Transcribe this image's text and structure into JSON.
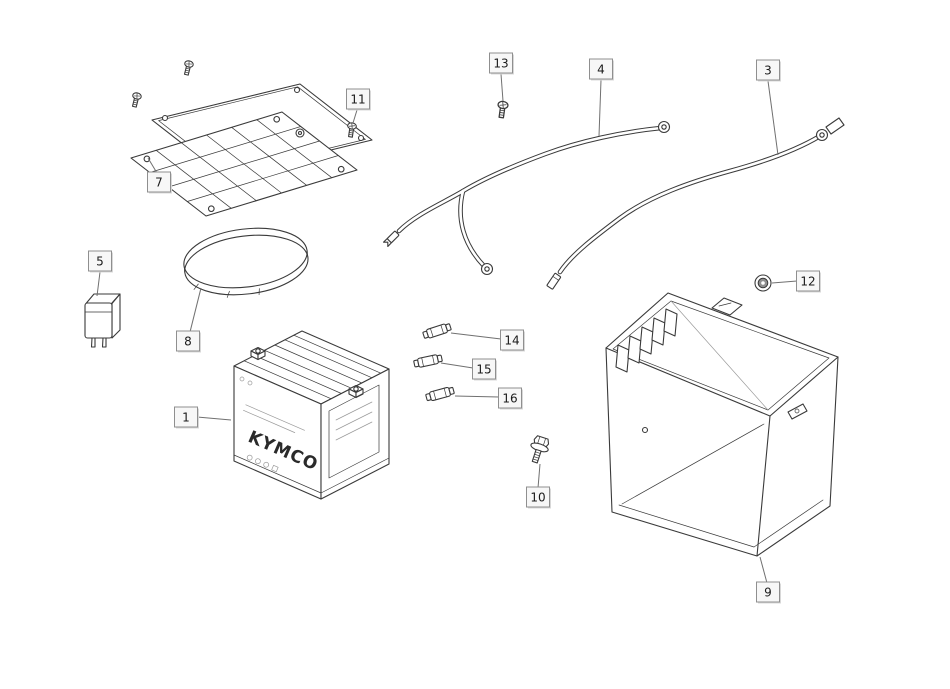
{
  "diagram": {
    "background": "#ffffff",
    "colors": {
      "line": "#3a3a3a",
      "label_border": "#8f8f8f",
      "label_fill": "#f7f7f7",
      "leader": "#707070"
    },
    "parts": {
      "p1": "1",
      "p3": "3",
      "p4": "4",
      "p5": "5",
      "p7": "7",
      "p8": "8",
      "p9": "9",
      "p10": "10",
      "p11": "11",
      "p12": "12",
      "p13": "13",
      "p14": "14",
      "p15": "15",
      "p16": "16"
    },
    "battery": {
      "brand": "KYMCO"
    }
  }
}
